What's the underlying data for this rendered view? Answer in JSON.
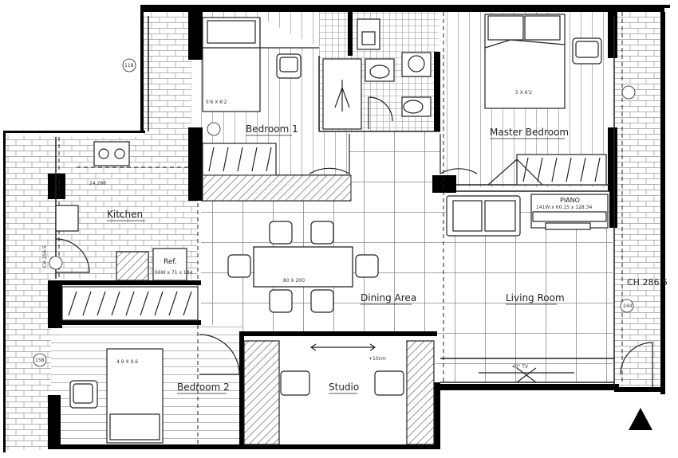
{
  "rooms": {
    "bedroom1": "Bedroom 1",
    "master": "Master Bedroom",
    "kitchen": "Kitchen",
    "dining": "Dining Area",
    "living": "Living Room",
    "bedroom2": "Bedroom 2",
    "studio": "Studio"
  },
  "fixtures": {
    "ref": "Ref.",
    "ref_dims": "66W x 71 x 184",
    "piano": "PIANO",
    "piano_dims": "141W x 60.15 x 128.34",
    "table_dims": "80 X 200",
    "tv": "40\" TV",
    "studio_shift": "+10cm"
  },
  "dimensions": {
    "bedroom1_bed": "5'6 X 6'2",
    "master_bed": "5 X 6'2",
    "bedroom2_bed": "4.9 X 9.6",
    "kitchen_counter": "24.288",
    "height_right": "CH 286.5",
    "ch_kitchen": "CH 256.5",
    "ch_living": "244",
    "tag_tl": "118",
    "tag_bl": "158"
  },
  "colors": {
    "wall": "#000000",
    "line": "#333333",
    "paper": "#ffffff"
  }
}
